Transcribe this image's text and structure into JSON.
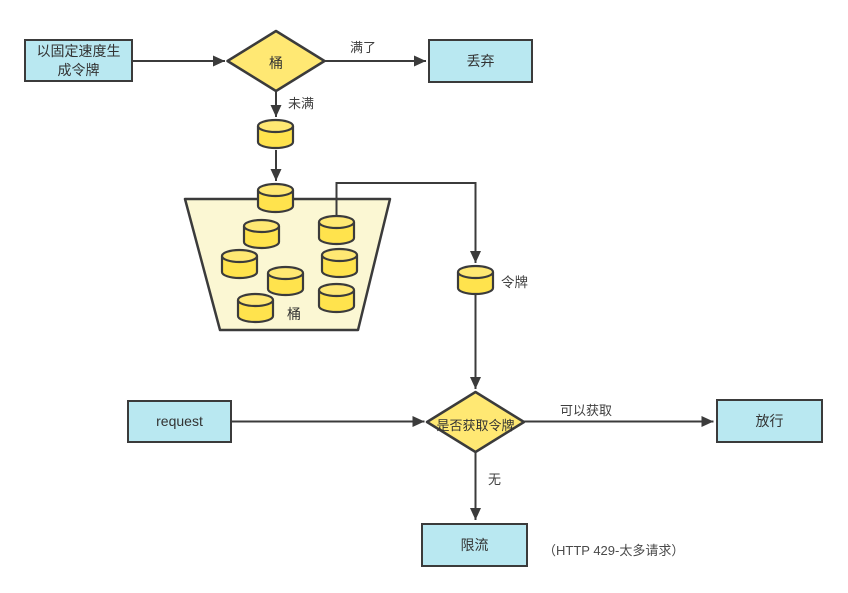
{
  "diagram": {
    "type": "flowchart",
    "nodes": {
      "generator": {
        "label": "以固定速度生成令牌",
        "shape": "rect"
      },
      "bucket_full_decision": {
        "label": "桶",
        "shape": "diamond"
      },
      "discard": {
        "label": "丢弃",
        "shape": "rect"
      },
      "bucket_container": {
        "label": "桶",
        "shape": "trapezoid-bucket"
      },
      "token_cylinder": {
        "label": "令牌",
        "shape": "cylinder"
      },
      "acquire_decision": {
        "label": "是否获取令牌",
        "shape": "diamond"
      },
      "request": {
        "label": "request",
        "shape": "rect"
      },
      "allow": {
        "label": "放行",
        "shape": "rect"
      },
      "throttle": {
        "label": "限流",
        "shape": "rect"
      }
    },
    "edge_labels": {
      "full": "满了",
      "not_full": "未满",
      "can_acquire": "可以获取",
      "none": "无"
    },
    "annotation": "（HTTP 429-太多请求）",
    "colors": {
      "process_fill": "#b9e8f1",
      "decision_fill": "#ffe873",
      "cylinder_fill": "#ffe34d",
      "bucket_fill": "#fbf7d3",
      "stroke": "#3b3b3b",
      "text": "#333333"
    }
  }
}
